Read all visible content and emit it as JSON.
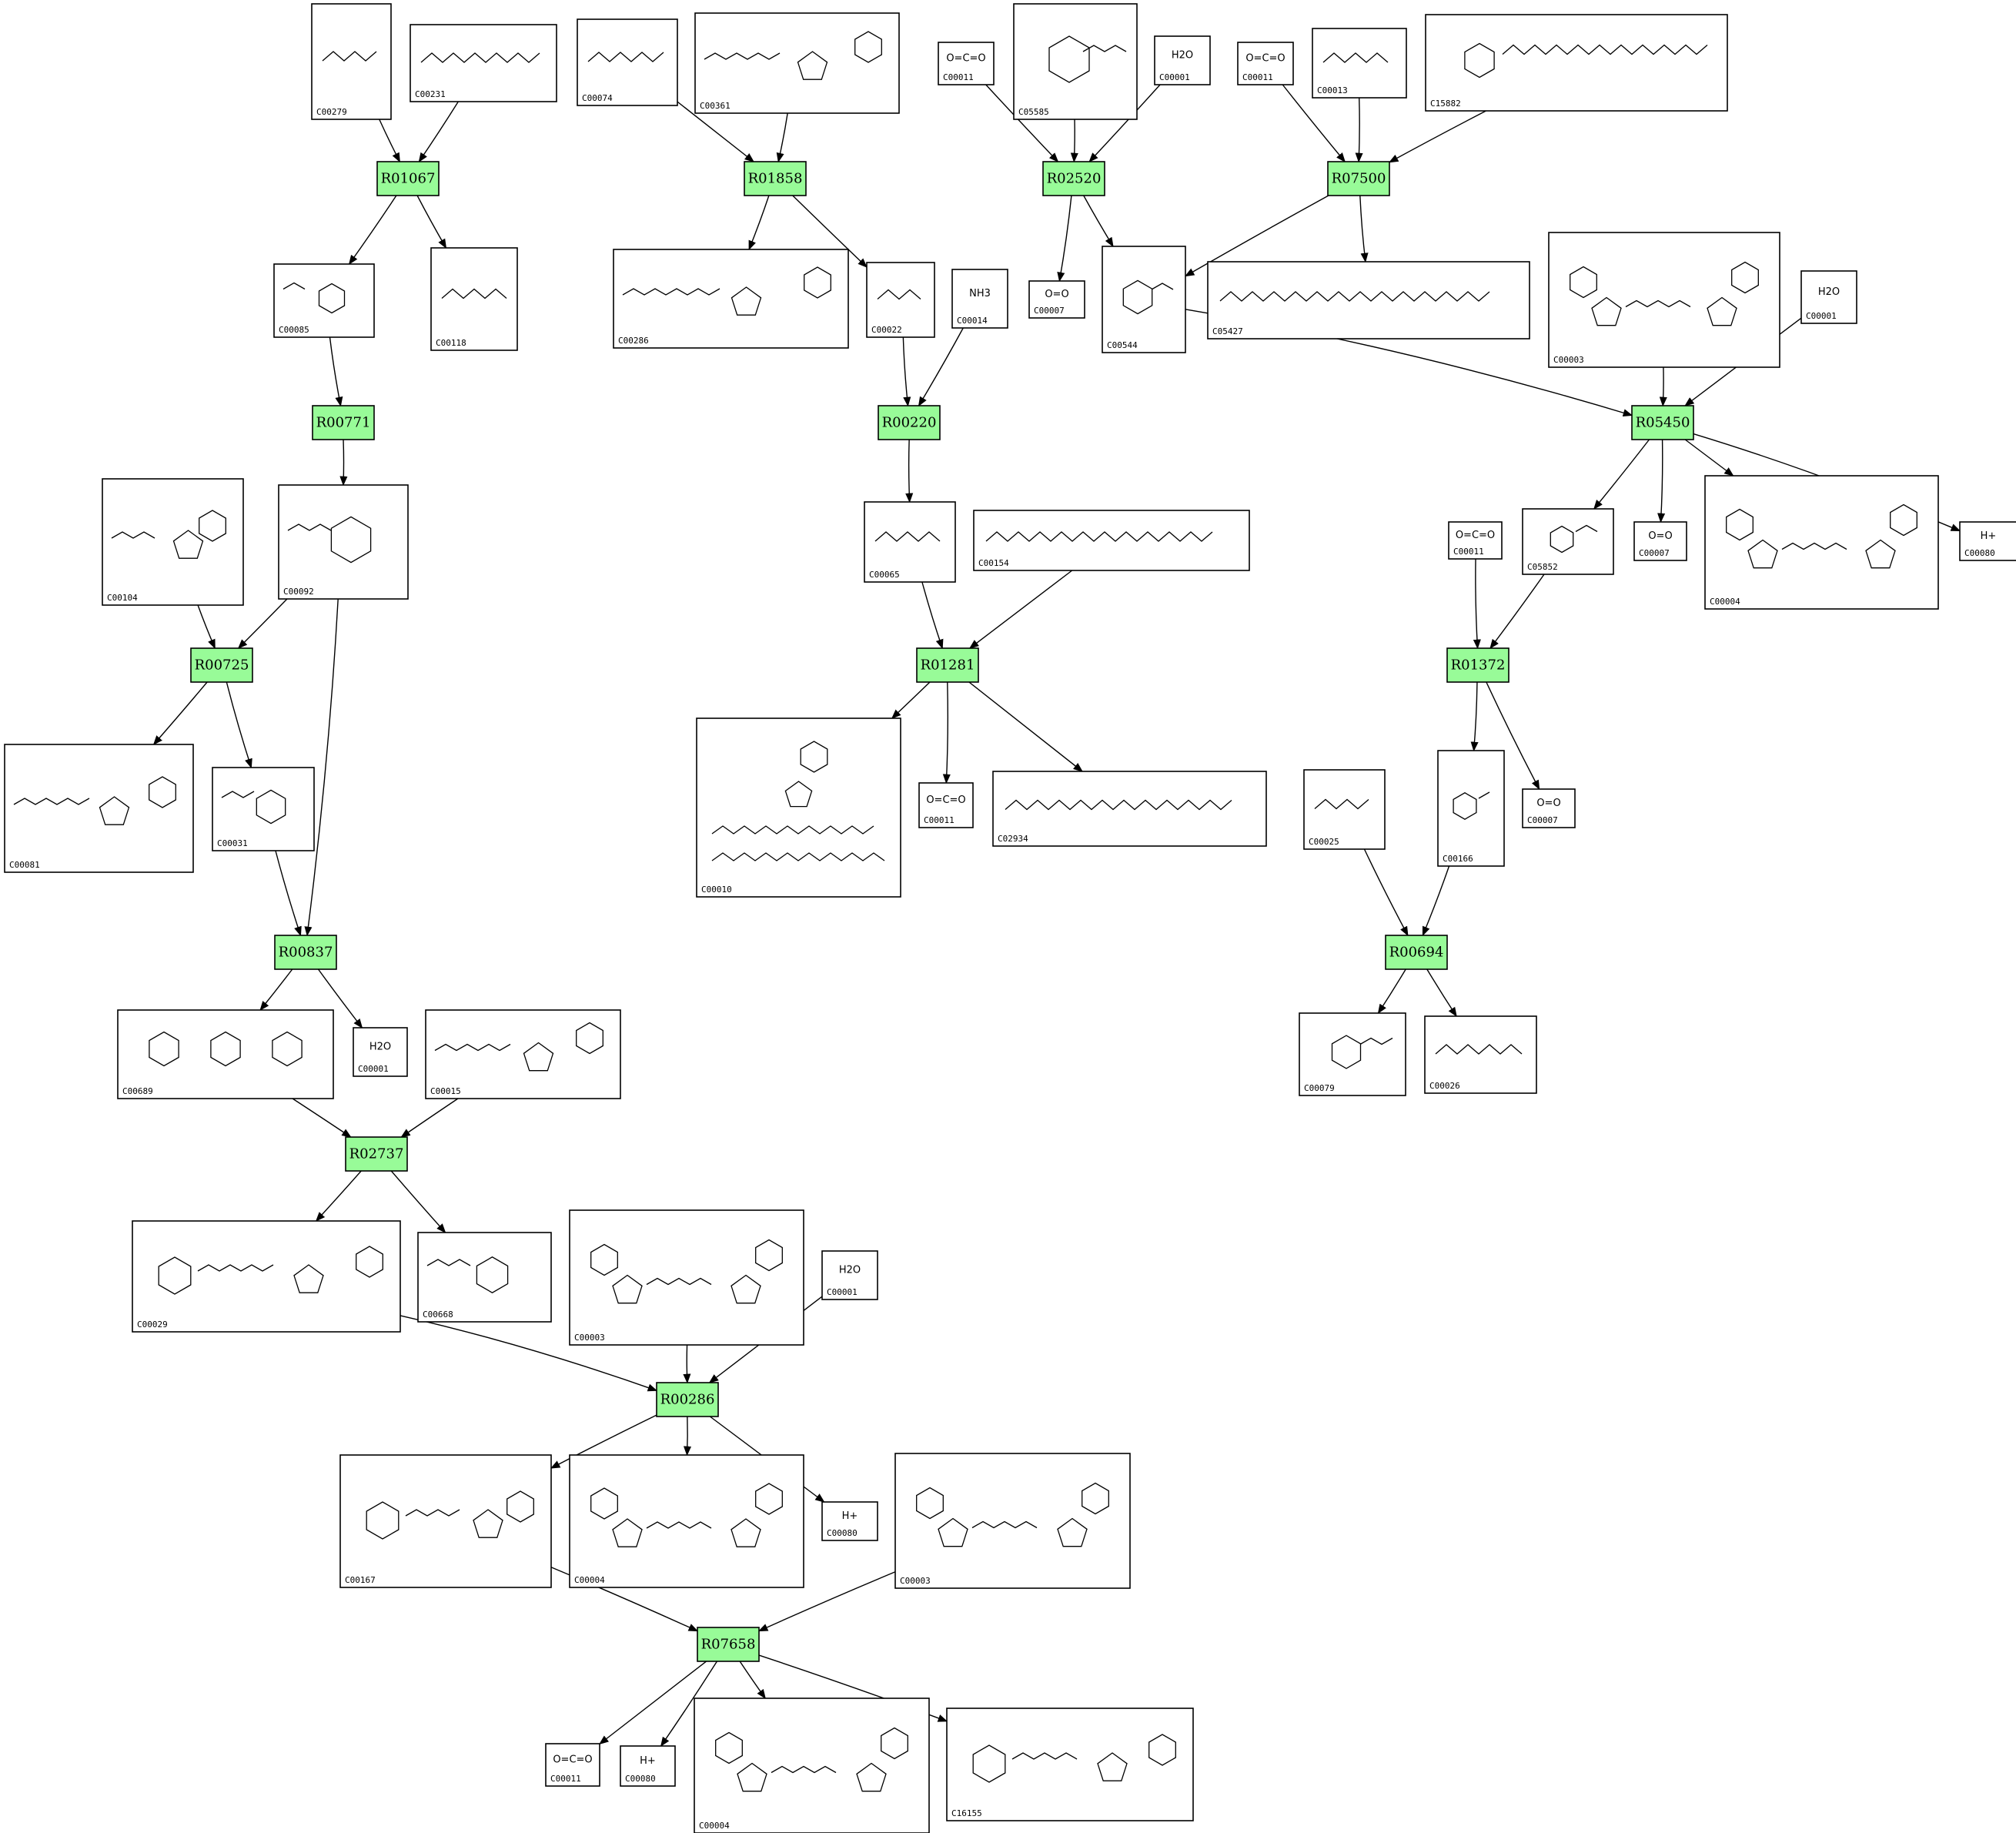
{
  "colors": {
    "reaction_fill": "#98fb98",
    "border": "#000000",
    "background": "#ffffff"
  },
  "reactions": [
    {
      "id": "R01067"
    },
    {
      "id": "R01858"
    },
    {
      "id": "R02520"
    },
    {
      "id": "R07500"
    },
    {
      "id": "R00771"
    },
    {
      "id": "R00220"
    },
    {
      "id": "R05450"
    },
    {
      "id": "R00725"
    },
    {
      "id": "R01281"
    },
    {
      "id": "R01372"
    },
    {
      "id": "R00837"
    },
    {
      "id": "R00694"
    },
    {
      "id": "R02737"
    },
    {
      "id": "R00286"
    },
    {
      "id": "R07658"
    }
  ],
  "compounds": [
    {
      "key": "n1",
      "id": "C00279",
      "structure": "chain",
      "glyph_text": ""
    },
    {
      "key": "n2",
      "id": "C00231",
      "structure": "chain",
      "glyph_text": ""
    },
    {
      "key": "n3",
      "id": "C00074",
      "structure": "chain",
      "glyph_text": ""
    },
    {
      "key": "n4",
      "id": "C00361",
      "structure": "nucleotide",
      "glyph_text": ""
    },
    {
      "key": "n5",
      "id": "C00011",
      "structure": "small",
      "glyph_text": "O=C=O"
    },
    {
      "key": "n6",
      "id": "C05585",
      "structure": "aromatic",
      "glyph_text": ""
    },
    {
      "key": "n7",
      "id": "C00001",
      "structure": "small",
      "glyph_text": "H2O"
    },
    {
      "key": "n8",
      "id": "C00011",
      "structure": "small",
      "glyph_text": "O=C=O"
    },
    {
      "key": "n9",
      "id": "C00013",
      "structure": "chain",
      "glyph_text": ""
    },
    {
      "key": "n10",
      "id": "C15882",
      "structure": "aromatic-chain",
      "glyph_text": ""
    },
    {
      "key": "n11",
      "id": "C00085",
      "structure": "sugar",
      "glyph_text": ""
    },
    {
      "key": "n12",
      "id": "C00118",
      "structure": "chain",
      "glyph_text": ""
    },
    {
      "key": "n13",
      "id": "C00286",
      "structure": "nucleotide",
      "glyph_text": ""
    },
    {
      "key": "n14",
      "id": "C00022",
      "structure": "chain",
      "glyph_text": ""
    },
    {
      "key": "n15",
      "id": "C00014",
      "structure": "small",
      "glyph_text": "NH3"
    },
    {
      "key": "n16",
      "id": "C00007",
      "structure": "small",
      "glyph_text": "O=O"
    },
    {
      "key": "n17",
      "id": "C00544",
      "structure": "aromatic",
      "glyph_text": ""
    },
    {
      "key": "n18",
      "id": "C05427",
      "structure": "long-chain",
      "glyph_text": ""
    },
    {
      "key": "n19",
      "id": "C00003",
      "structure": "dinucleotide",
      "glyph_text": ""
    },
    {
      "key": "n20",
      "id": "C00001",
      "structure": "small",
      "glyph_text": "H2O"
    },
    {
      "key": "n21",
      "id": "C00104",
      "structure": "nucleotide",
      "glyph_text": ""
    },
    {
      "key": "n22",
      "id": "C00092",
      "structure": "sugar",
      "glyph_text": ""
    },
    {
      "key": "n23",
      "id": "C00065",
      "structure": "chain",
      "glyph_text": ""
    },
    {
      "key": "n24",
      "id": "C00154",
      "structure": "long-chain",
      "glyph_text": ""
    },
    {
      "key": "n25",
      "id": "C00011",
      "structure": "small",
      "glyph_text": "O=C=O"
    },
    {
      "key": "n26",
      "id": "C05852",
      "structure": "aromatic",
      "glyph_text": ""
    },
    {
      "key": "n27",
      "id": "C00007",
      "structure": "small",
      "glyph_text": "O=O"
    },
    {
      "key": "n28",
      "id": "C00004",
      "structure": "dinucleotide",
      "glyph_text": ""
    },
    {
      "key": "n29",
      "id": "C00080",
      "structure": "small",
      "glyph_text": "H+"
    },
    {
      "key": "n30",
      "id": "C00081",
      "structure": "nucleotide",
      "glyph_text": ""
    },
    {
      "key": "n31",
      "id": "C00031",
      "structure": "sugar",
      "glyph_text": ""
    },
    {
      "key": "n32",
      "id": "C00010",
      "structure": "coa",
      "glyph_text": ""
    },
    {
      "key": "n33",
      "id": "C00011",
      "structure": "small",
      "glyph_text": "O=C=O"
    },
    {
      "key": "n34",
      "id": "C02934",
      "structure": "long-chain",
      "glyph_text": ""
    },
    {
      "key": "n35",
      "id": "C00025",
      "structure": "chain",
      "glyph_text": ""
    },
    {
      "key": "n36",
      "id": "C00166",
      "structure": "aromatic",
      "glyph_text": ""
    },
    {
      "key": "n37",
      "id": "C00007",
      "structure": "small",
      "glyph_text": "O=O"
    },
    {
      "key": "n38",
      "id": "C00689",
      "structure": "trisaccharide",
      "glyph_text": ""
    },
    {
      "key": "n39",
      "id": "C00001",
      "structure": "small",
      "glyph_text": "H2O"
    },
    {
      "key": "n40",
      "id": "C00015",
      "structure": "nucleotide",
      "glyph_text": ""
    },
    {
      "key": "n41",
      "id": "C00079",
      "structure": "aromatic",
      "glyph_text": ""
    },
    {
      "key": "n42",
      "id": "C00026",
      "structure": "chain",
      "glyph_text": ""
    },
    {
      "key": "n43",
      "id": "C00029",
      "structure": "sugar-nucleotide",
      "glyph_text": ""
    },
    {
      "key": "n44",
      "id": "C00668",
      "structure": "sugar",
      "glyph_text": ""
    },
    {
      "key": "n45",
      "id": "C00003",
      "structure": "dinucleotide",
      "glyph_text": ""
    },
    {
      "key": "n46",
      "id": "C00001",
      "structure": "small",
      "glyph_text": "H2O"
    },
    {
      "key": "n47",
      "id": "C00167",
      "structure": "sugar-nucleotide",
      "glyph_text": ""
    },
    {
      "key": "n48",
      "id": "C00004",
      "structure": "dinucleotide",
      "glyph_text": ""
    },
    {
      "key": "n49",
      "id": "C00080",
      "structure": "small",
      "glyph_text": "H+"
    },
    {
      "key": "n50",
      "id": "C00003",
      "structure": "dinucleotide",
      "glyph_text": ""
    },
    {
      "key": "n51",
      "id": "C00011",
      "structure": "small",
      "glyph_text": "O=C=O"
    },
    {
      "key": "n52",
      "id": "C00080",
      "structure": "small",
      "glyph_text": "H+"
    },
    {
      "key": "n53",
      "id": "C00004",
      "structure": "dinucleotide",
      "glyph_text": ""
    },
    {
      "key": "n54",
      "id": "C16155",
      "structure": "sugar-nucleotide",
      "glyph_text": ""
    }
  ],
  "edges": [
    [
      "n1",
      "R01067"
    ],
    [
      "n2",
      "R01067"
    ],
    [
      "R01067",
      "n11"
    ],
    [
      "R01067",
      "n12"
    ],
    [
      "n3",
      "R01858"
    ],
    [
      "n4",
      "R01858"
    ],
    [
      "R01858",
      "n13"
    ],
    [
      "R01858",
      "n14"
    ],
    [
      "n5",
      "R02520"
    ],
    [
      "n6",
      "R02520"
    ],
    [
      "n7",
      "R02520"
    ],
    [
      "R02520",
      "n16"
    ],
    [
      "R02520",
      "n17"
    ],
    [
      "n8",
      "R07500"
    ],
    [
      "n9",
      "R07500"
    ],
    [
      "n10",
      "R07500"
    ],
    [
      "R07500",
      "n17"
    ],
    [
      "R07500",
      "n18"
    ],
    [
      "n11",
      "R00771"
    ],
    [
      "R00771",
      "n22"
    ],
    [
      "n14",
      "R00220"
    ],
    [
      "n15",
      "R00220"
    ],
    [
      "R00220",
      "n23"
    ],
    [
      "n17",
      "R05450"
    ],
    [
      "n19",
      "R05450"
    ],
    [
      "n20",
      "R05450"
    ],
    [
      "R05450",
      "n26"
    ],
    [
      "R05450",
      "n27"
    ],
    [
      "R05450",
      "n28"
    ],
    [
      "R05450",
      "n29"
    ],
    [
      "n21",
      "R00725"
    ],
    [
      "n22",
      "R00725"
    ],
    [
      "R00725",
      "n30"
    ],
    [
      "R00725",
      "n31"
    ],
    [
      "n23",
      "R01281"
    ],
    [
      "n24",
      "R01281"
    ],
    [
      "R01281",
      "n32"
    ],
    [
      "R01281",
      "n33"
    ],
    [
      "R01281",
      "n34"
    ],
    [
      "n25",
      "R01372"
    ],
    [
      "n26",
      "R01372"
    ],
    [
      "R01372",
      "n36"
    ],
    [
      "R01372",
      "n37"
    ],
    [
      "n31",
      "R00837"
    ],
    [
      "n22",
      "R00837"
    ],
    [
      "R00837",
      "n38"
    ],
    [
      "R00837",
      "n39"
    ],
    [
      "n35",
      "R00694"
    ],
    [
      "n36",
      "R00694"
    ],
    [
      "R00694",
      "n41"
    ],
    [
      "R00694",
      "n42"
    ],
    [
      "n38",
      "R02737"
    ],
    [
      "n40",
      "R02737"
    ],
    [
      "R02737",
      "n43"
    ],
    [
      "R02737",
      "n44"
    ],
    [
      "n43",
      "R00286"
    ],
    [
      "n45",
      "R00286"
    ],
    [
      "n46",
      "R00286"
    ],
    [
      "R00286",
      "n47"
    ],
    [
      "R00286",
      "n48"
    ],
    [
      "R00286",
      "n49"
    ],
    [
      "n47",
      "R07658"
    ],
    [
      "n50",
      "R07658"
    ],
    [
      "R07658",
      "n51"
    ],
    [
      "R07658",
      "n52"
    ],
    [
      "R07658",
      "n53"
    ],
    [
      "R07658",
      "n54"
    ]
  ]
}
